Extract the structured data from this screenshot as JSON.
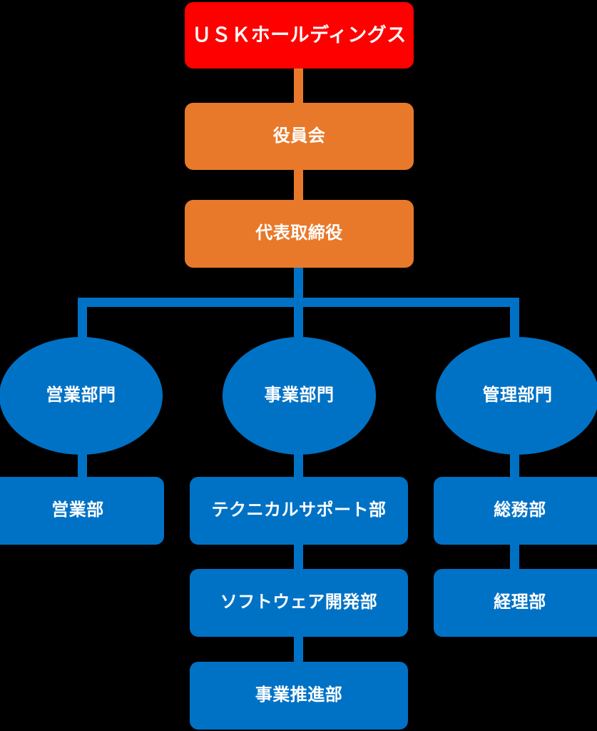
{
  "chart_data": {
    "type": "diagram",
    "diagram_kind": "organization-chart",
    "title": "",
    "background_color": "#000000",
    "colors": {
      "root": "#FF0000",
      "executive": "#E8792B",
      "division": "#0072C6",
      "department": "#0072C6",
      "connector": "#0072C6",
      "connector_top": "#E8792B",
      "text": "#FFFFFF"
    },
    "nodes": [
      {
        "id": "root",
        "label": "ＵＳＫホールディングス",
        "level": 0,
        "shape": "rounded-rect",
        "color": "#FF0000"
      },
      {
        "id": "board",
        "label": "役員会",
        "level": 1,
        "shape": "rounded-rect",
        "color": "#E8792B"
      },
      {
        "id": "ceo",
        "label": "代表取締役",
        "level": 2,
        "shape": "rounded-rect",
        "color": "#E8792B"
      },
      {
        "id": "div-sales",
        "label": "営業部門",
        "level": 3,
        "shape": "ellipse",
        "color": "#0072C6"
      },
      {
        "id": "div-biz",
        "label": "事業部門",
        "level": 3,
        "shape": "ellipse",
        "color": "#0072C6"
      },
      {
        "id": "div-admin",
        "label": "管理部門",
        "level": 3,
        "shape": "ellipse",
        "color": "#0072C6"
      },
      {
        "id": "dept-sales",
        "label": "営業部",
        "level": 4,
        "shape": "rounded-rect",
        "color": "#0072C6",
        "parent": "div-sales"
      },
      {
        "id": "dept-tech",
        "label": "テクニカルサポート部",
        "level": 4,
        "shape": "rounded-rect",
        "color": "#0072C6",
        "parent": "div-biz"
      },
      {
        "id": "dept-general",
        "label": "総務部",
        "level": 4,
        "shape": "rounded-rect",
        "color": "#0072C6",
        "parent": "div-admin"
      },
      {
        "id": "dept-software",
        "label": "ソフトウェア開発部",
        "level": 5,
        "shape": "rounded-rect",
        "color": "#0072C6",
        "parent": "div-biz"
      },
      {
        "id": "dept-account",
        "label": "経理部",
        "level": 5,
        "shape": "rounded-rect",
        "color": "#0072C6",
        "parent": "div-admin"
      },
      {
        "id": "dept-promo",
        "label": "事業推進部",
        "level": 6,
        "shape": "rounded-rect",
        "color": "#0072C6",
        "parent": "div-biz"
      }
    ],
    "edges": [
      {
        "from": "root",
        "to": "board"
      },
      {
        "from": "board",
        "to": "ceo"
      },
      {
        "from": "ceo",
        "to": "div-sales"
      },
      {
        "from": "ceo",
        "to": "div-biz"
      },
      {
        "from": "ceo",
        "to": "div-admin"
      },
      {
        "from": "div-sales",
        "to": "dept-sales"
      },
      {
        "from": "div-biz",
        "to": "dept-tech"
      },
      {
        "from": "div-admin",
        "to": "dept-general"
      },
      {
        "from": "dept-tech",
        "to": "dept-software"
      },
      {
        "from": "dept-general",
        "to": "dept-account"
      },
      {
        "from": "dept-software",
        "to": "dept-promo"
      }
    ],
    "columns": {
      "left": [
        "div-sales",
        "dept-sales"
      ],
      "center": [
        "div-biz",
        "dept-tech",
        "dept-software",
        "dept-promo"
      ],
      "right": [
        "div-admin",
        "dept-general",
        "dept-account"
      ]
    }
  },
  "org": {
    "root": {
      "label": "ＵＳＫホールディングス"
    },
    "board": {
      "label": "役員会"
    },
    "ceo": {
      "label": "代表取締役"
    },
    "divisions": [
      {
        "label": "営業部門"
      },
      {
        "label": "事業部門"
      },
      {
        "label": "管理部門"
      }
    ],
    "departments": {
      "sales": {
        "label": "営業部"
      },
      "tech": {
        "label": "テクニカルサポート部"
      },
      "general": {
        "label": "総務部"
      },
      "software": {
        "label": "ソフトウェア開発部"
      },
      "account": {
        "label": "経理部"
      },
      "promo": {
        "label": "事業推進部"
      }
    }
  }
}
